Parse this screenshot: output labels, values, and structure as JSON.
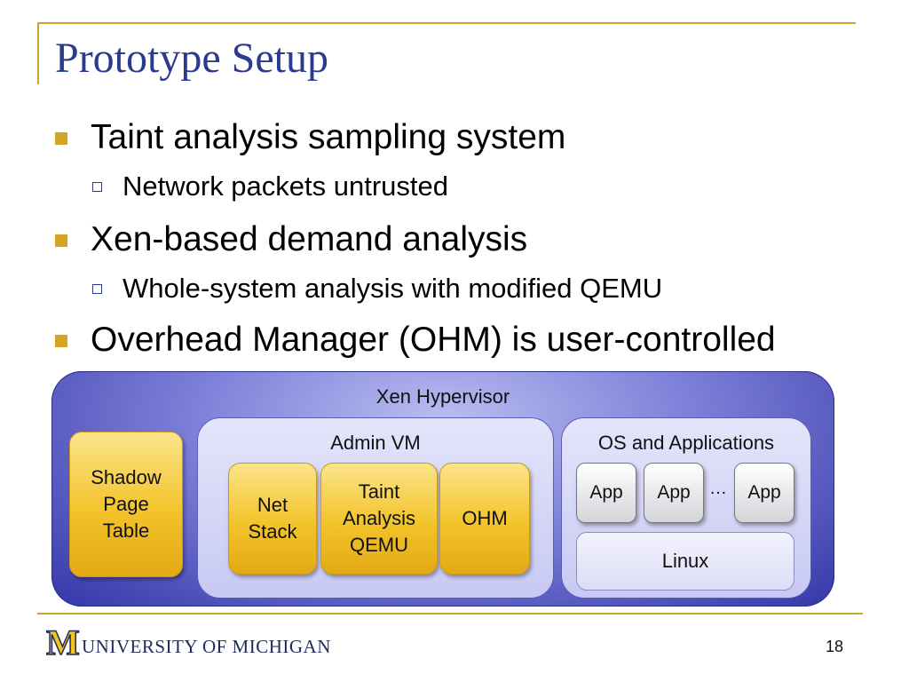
{
  "slide": {
    "title": "Prototype Setup",
    "bullets": [
      {
        "text": "Taint analysis sampling system",
        "sub": [
          "Network packets untrusted"
        ]
      },
      {
        "text": "Xen-based demand analysis",
        "sub": [
          "Whole-system analysis with modified QEMU"
        ]
      },
      {
        "text": "Overhead Manager (OHM) is user-controlled",
        "sub": []
      }
    ],
    "page_number": "18"
  },
  "diagram": {
    "hypervisor_label": "Xen Hypervisor",
    "shadow_page_table": [
      "Shadow",
      "Page",
      "Table"
    ],
    "admin_vm": {
      "label": "Admin VM",
      "net_stack": [
        "Net",
        "Stack"
      ],
      "taint_qemu": [
        "Taint",
        "Analysis",
        "QEMU"
      ],
      "ohm": "OHM"
    },
    "os_apps": {
      "label": "OS and Applications",
      "apps": [
        "App",
        "App",
        "App"
      ],
      "ellipsis": "…",
      "linux": "Linux"
    }
  },
  "footer": {
    "logo_mark": "M",
    "logo_text": "UNIVERSITY OF MICHIGAN"
  },
  "colors": {
    "title": "#2a3a8c",
    "accent_gold": "#d4a520",
    "hypervisor_blue": "#3437a8"
  }
}
